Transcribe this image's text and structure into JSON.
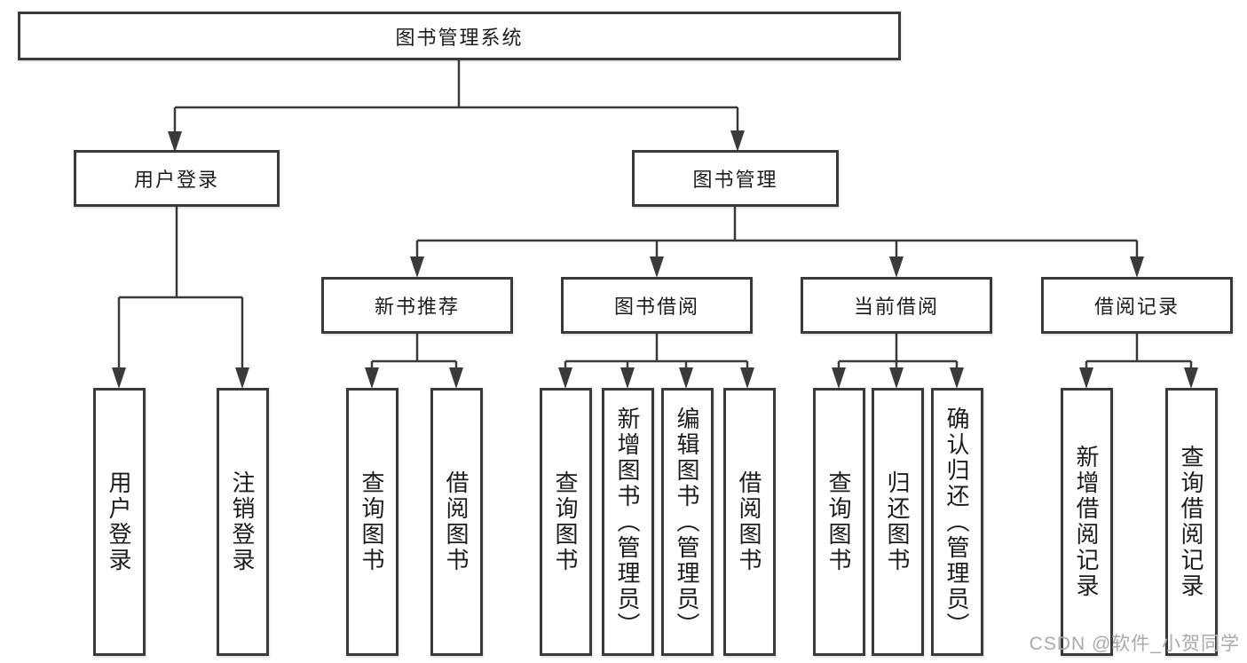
{
  "colors": {
    "line": "#3a3a3a",
    "text": "#1c1c1c",
    "watermark_text": "#a9a9a9",
    "background": "#ffffff"
  },
  "watermark": {
    "text": "CSDN @软件_小贺同学"
  },
  "diagram": {
    "root": {
      "label": "图书管理系统"
    },
    "branches": [
      {
        "label": "用户登录",
        "children": [
          {
            "label": "用户登录"
          },
          {
            "label": "注销登录"
          }
        ]
      },
      {
        "label": "图书管理",
        "children": [
          {
            "label": "新书推荐",
            "children": [
              {
                "label": "查询图书"
              },
              {
                "label": "借阅图书"
              }
            ]
          },
          {
            "label": "图书借阅",
            "children": [
              {
                "label": "查询图书"
              },
              {
                "label": "新增图书（管理员）"
              },
              {
                "label": "编辑图书（管理员）"
              },
              {
                "label": "借阅图书"
              }
            ]
          },
          {
            "label": "当前借阅",
            "children": [
              {
                "label": "查询图书"
              },
              {
                "label": "归还图书"
              },
              {
                "label": "确认归还（管理员）"
              }
            ]
          },
          {
            "label": "借阅记录",
            "children": [
              {
                "label": "新增借阅记录"
              },
              {
                "label": "查询借阅记录"
              }
            ]
          }
        ]
      }
    ]
  }
}
